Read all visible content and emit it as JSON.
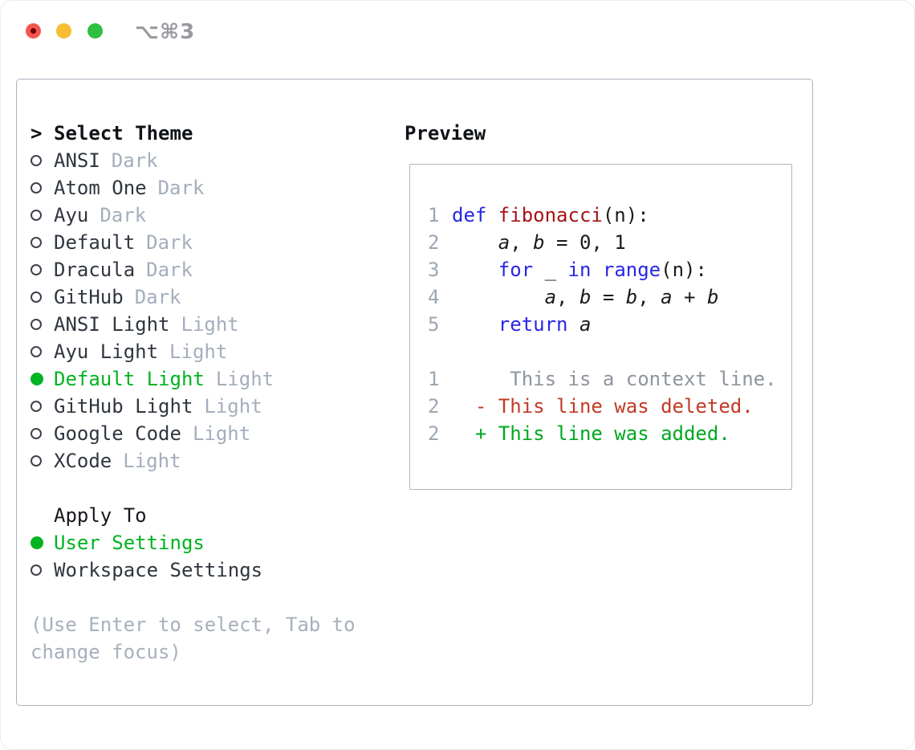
{
  "titlebar": {
    "shortcut": "⌥⌘3"
  },
  "colors": {
    "accent_green": "#00b321",
    "keyword_blue": "#2727e6",
    "function_red": "#a31515",
    "diff_deleted_red": "#c23a26",
    "diff_added_green": "#00a81f",
    "muted_gray": "#a4aebc",
    "panel_border": "#a9b1bc"
  },
  "theme_panel": {
    "cursor": ">",
    "title": "Select Theme",
    "items": [
      {
        "name": "ANSI",
        "variant": "Dark"
      },
      {
        "name": "Atom One",
        "variant": "Dark"
      },
      {
        "name": "Ayu",
        "variant": "Dark"
      },
      {
        "name": "Default",
        "variant": "Dark"
      },
      {
        "name": "Dracula",
        "variant": "Dark"
      },
      {
        "name": "GitHub",
        "variant": "Dark"
      },
      {
        "name": "ANSI Light",
        "variant": "Light"
      },
      {
        "name": "Ayu Light",
        "variant": "Light"
      },
      {
        "name": "Default Light",
        "variant": "Light"
      },
      {
        "name": "GitHub Light",
        "variant": "Light"
      },
      {
        "name": "Google Code",
        "variant": "Light"
      },
      {
        "name": "XCode",
        "variant": "Light"
      }
    ],
    "selected_index": 8
  },
  "apply_to": {
    "title": "Apply To",
    "options": [
      {
        "label": "User Settings"
      },
      {
        "label": "Workspace Settings"
      }
    ],
    "selected_index": 0
  },
  "help": {
    "line1": "(Use Enter to select, Tab to",
    "line2": "change focus)"
  },
  "preview": {
    "title": "Preview",
    "code": [
      {
        "num": "1",
        "t": [
          "def ",
          "fibonacci",
          "(n):"
        ]
      },
      {
        "num": "2",
        "t": [
          "    ",
          "a",
          ", ",
          "b",
          " = 0, 1"
        ]
      },
      {
        "num": "3",
        "t": [
          "    ",
          "for",
          " _ ",
          "in",
          " ",
          "range",
          "(n):"
        ]
      },
      {
        "num": "4",
        "t": [
          "        ",
          "a",
          ", ",
          "b",
          " = ",
          "b",
          ", ",
          "a",
          " + ",
          "b"
        ]
      },
      {
        "num": "5",
        "t": [
          "    ",
          "return",
          " ",
          "a"
        ]
      }
    ],
    "diff": [
      {
        "num": "1",
        "text": "     This is a context line."
      },
      {
        "num": "2",
        "text": "  - This line was deleted."
      },
      {
        "num": "2",
        "text": "  + This line was added."
      }
    ]
  }
}
